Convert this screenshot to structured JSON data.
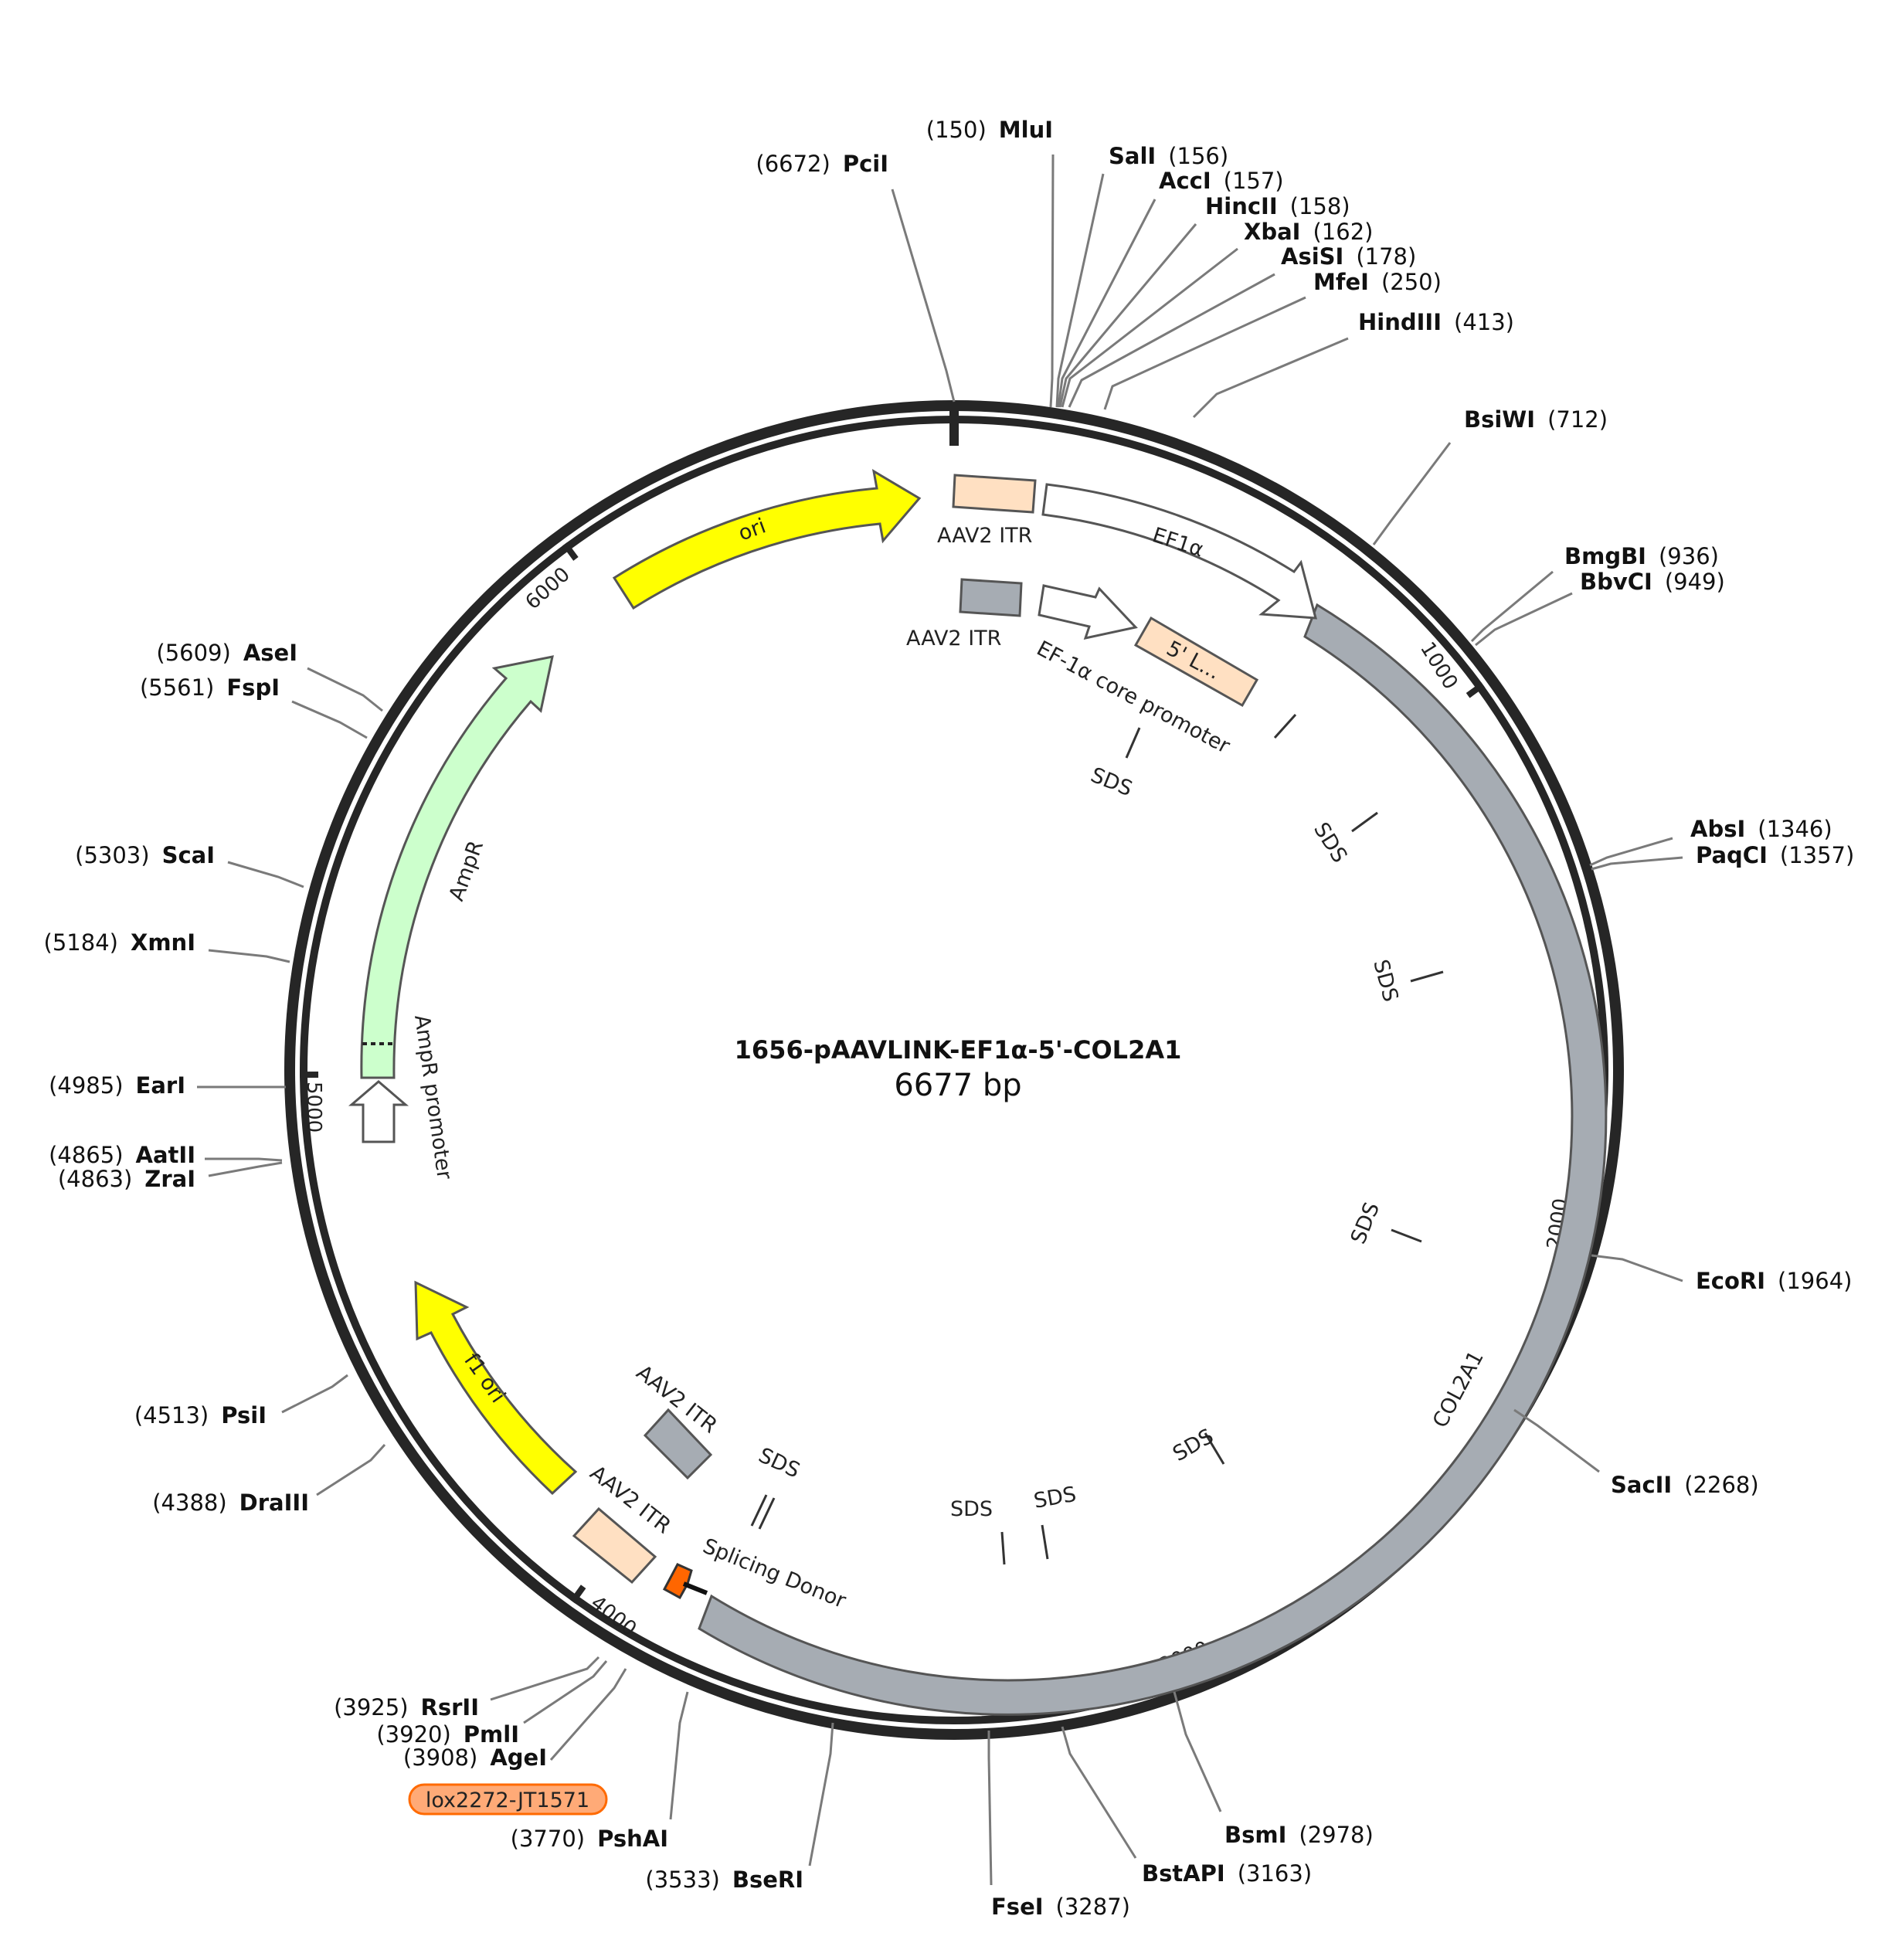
{
  "plasmid": {
    "name": "1656-pAAVLINK-EF1α-5'-COL2A1",
    "length_label": "6677 bp",
    "length": 6677
  },
  "ticks": [
    "1000",
    "2000",
    "3000",
    "4000",
    "5000",
    "6000"
  ],
  "sites": [
    {
      "name": "PciI",
      "pos": "(6672)"
    },
    {
      "name": "MluI",
      "pos": "(150)"
    },
    {
      "name": "SalI",
      "pos": "(156)"
    },
    {
      "name": "AccI",
      "pos": "(157)"
    },
    {
      "name": "HincII",
      "pos": "(158)"
    },
    {
      "name": "XbaI",
      "pos": "(162)"
    },
    {
      "name": "AsiSI",
      "pos": "(178)"
    },
    {
      "name": "MfeI",
      "pos": "(250)"
    },
    {
      "name": "HindIII",
      "pos": "(413)"
    },
    {
      "name": "BsiWI",
      "pos": "(712)"
    },
    {
      "name": "BmgBI",
      "pos": "(936)"
    },
    {
      "name": "BbvCI",
      "pos": "(949)"
    },
    {
      "name": "AbsI",
      "pos": "(1346)"
    },
    {
      "name": "PaqCI",
      "pos": "(1357)"
    },
    {
      "name": "EcoRI",
      "pos": "(1964)"
    },
    {
      "name": "SacII",
      "pos": "(2268)"
    },
    {
      "name": "BsmI",
      "pos": "(2978)"
    },
    {
      "name": "BstAPI",
      "pos": "(3163)"
    },
    {
      "name": "FseI",
      "pos": "(3287)"
    },
    {
      "name": "BseRI",
      "pos": "(3533)"
    },
    {
      "name": "PshAI",
      "pos": "(3770)"
    },
    {
      "name": "AgeI",
      "pos": "(3908)"
    },
    {
      "name": "PmlI",
      "pos": "(3920)"
    },
    {
      "name": "RsrII",
      "pos": "(3925)"
    },
    {
      "name": "DraIII",
      "pos": "(4388)"
    },
    {
      "name": "PsiI",
      "pos": "(4513)"
    },
    {
      "name": "ZraI",
      "pos": "(4863)"
    },
    {
      "name": "AatII",
      "pos": "(4865)"
    },
    {
      "name": "EarI",
      "pos": "(4985)"
    },
    {
      "name": "XmnI",
      "pos": "(5184)"
    },
    {
      "name": "ScaI",
      "pos": "(5303)"
    },
    {
      "name": "FspI",
      "pos": "(5561)"
    },
    {
      "name": "AseI",
      "pos": "(5609)"
    }
  ],
  "lox_label": "lox2272-JT1571",
  "features": {
    "ori": "ori",
    "aav2_itr": "AAV2 ITR",
    "ef1a": "EF1α",
    "ef1a_core": "EF-1α core promoter",
    "five_l": "5' L...",
    "col2a1": "COL2A1",
    "ampr": "AmpR",
    "ampr_promoter": "AmpR promoter",
    "f1_ori": "f1 ori",
    "splicing_donor": "Splicing Donor",
    "sds": "SDS"
  },
  "colors": {
    "ori": "#ffff00",
    "itr": "#ffe0c2",
    "itr_dark": "#a6acb3",
    "col2a1": "#a6acb3",
    "ampr": "#ccffcc",
    "splicing": "#ff6600",
    "lox": "#ffaa77",
    "backbone": "#262626"
  }
}
